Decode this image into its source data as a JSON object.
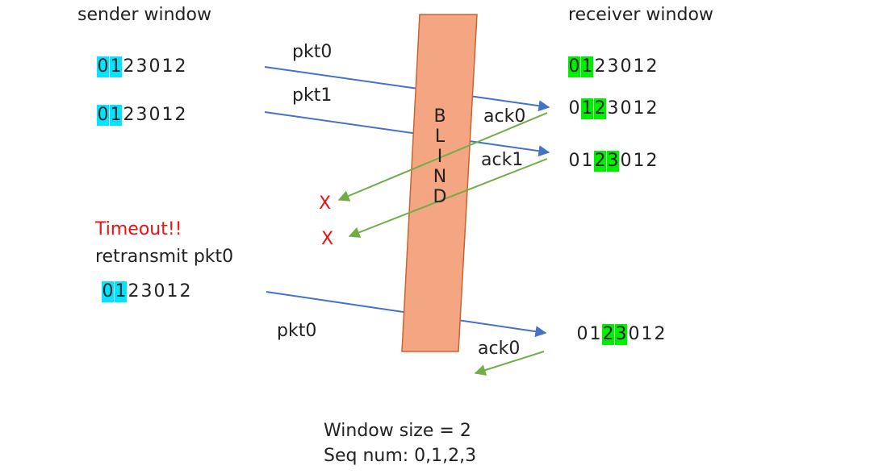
{
  "colors": {
    "sender_highlight": "#00e5ff",
    "receiver_highlight": "#00ee00",
    "packet_arrow": "#4472c4",
    "ack_arrow": "#70ad47",
    "blind_fill": "#f4a582",
    "blind_stroke": "#c86432",
    "lost_mark": "#ee1111"
  },
  "sender": {
    "title": "sender window",
    "rows": [
      {
        "seq": [
          "0",
          "1",
          "2",
          "3",
          "0",
          "1",
          "2"
        ],
        "highlight": [
          0,
          1
        ]
      },
      {
        "seq": [
          "0",
          "1",
          "2",
          "3",
          "0",
          "1",
          "2"
        ],
        "highlight": [
          0,
          1
        ]
      },
      {
        "seq": [
          "0",
          "1",
          "2",
          "3",
          "0",
          "1",
          "2"
        ],
        "highlight": [
          0,
          1
        ]
      }
    ],
    "timeout_label": "Timeout!!",
    "retransmit_label": "retransmit pkt0"
  },
  "receiver": {
    "title": "receiver window",
    "rows": [
      {
        "seq": [
          "0",
          "1",
          "2",
          "3",
          "0",
          "1",
          "2"
        ],
        "highlight": [
          0,
          1
        ]
      },
      {
        "seq": [
          "0",
          "1",
          "2",
          "3",
          "0",
          "1",
          "2"
        ],
        "highlight": [
          1,
          2
        ]
      },
      {
        "seq": [
          "0",
          "1",
          "2",
          "3",
          "0",
          "1",
          "2"
        ],
        "highlight": [
          2,
          3
        ]
      },
      {
        "seq": [
          "0",
          "1",
          "2",
          "3",
          "0",
          "1",
          "2"
        ],
        "highlight": [
          2,
          3
        ]
      }
    ]
  },
  "blind": {
    "letters": [
      "B",
      "L",
      "I",
      "N",
      "D"
    ]
  },
  "messages": {
    "pkt0_label": "pkt0",
    "pkt1_label": "pkt1",
    "ack0_label": "ack0",
    "ack1_label": "ack1",
    "retx_pkt0_label": "pkt0",
    "retx_ack0_label": "ack0",
    "lost_mark_1": "X",
    "lost_mark_2": "X"
  },
  "caption": {
    "window_size": "Window size = 2",
    "seq_num": "Seq num: 0,1,2,3"
  }
}
